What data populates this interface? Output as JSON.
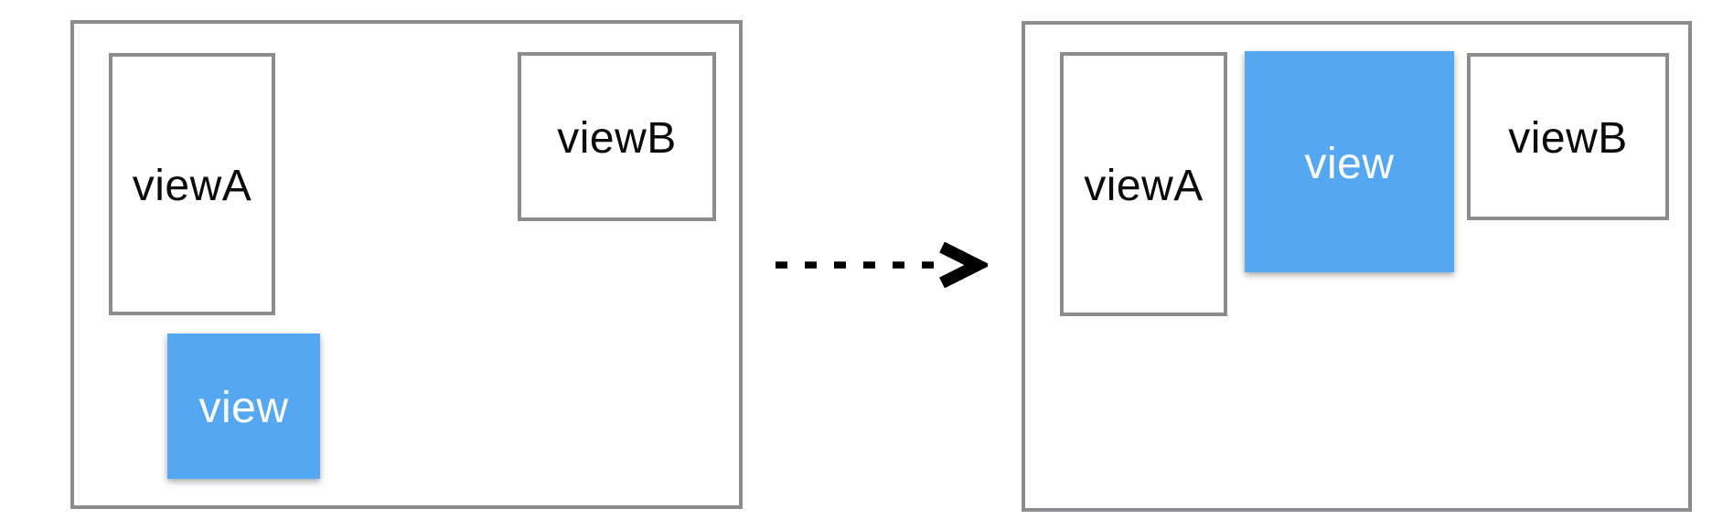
{
  "colors": {
    "accent_blue": "#55a7f1",
    "border_gray": "#8a8c8f",
    "label_black": "#0b0b0b",
    "label_white": "#fcfdff",
    "canvas_white": "#ffffff",
    "arrow_black": "#000000"
  },
  "before": {
    "viewA_label": "viewA",
    "viewB_label": "viewB",
    "view_label": "view"
  },
  "after": {
    "viewA_label": "viewA",
    "viewB_label": "viewB",
    "view_label": "view"
  },
  "arrow": {
    "icon": "dashed-right-arrow"
  }
}
